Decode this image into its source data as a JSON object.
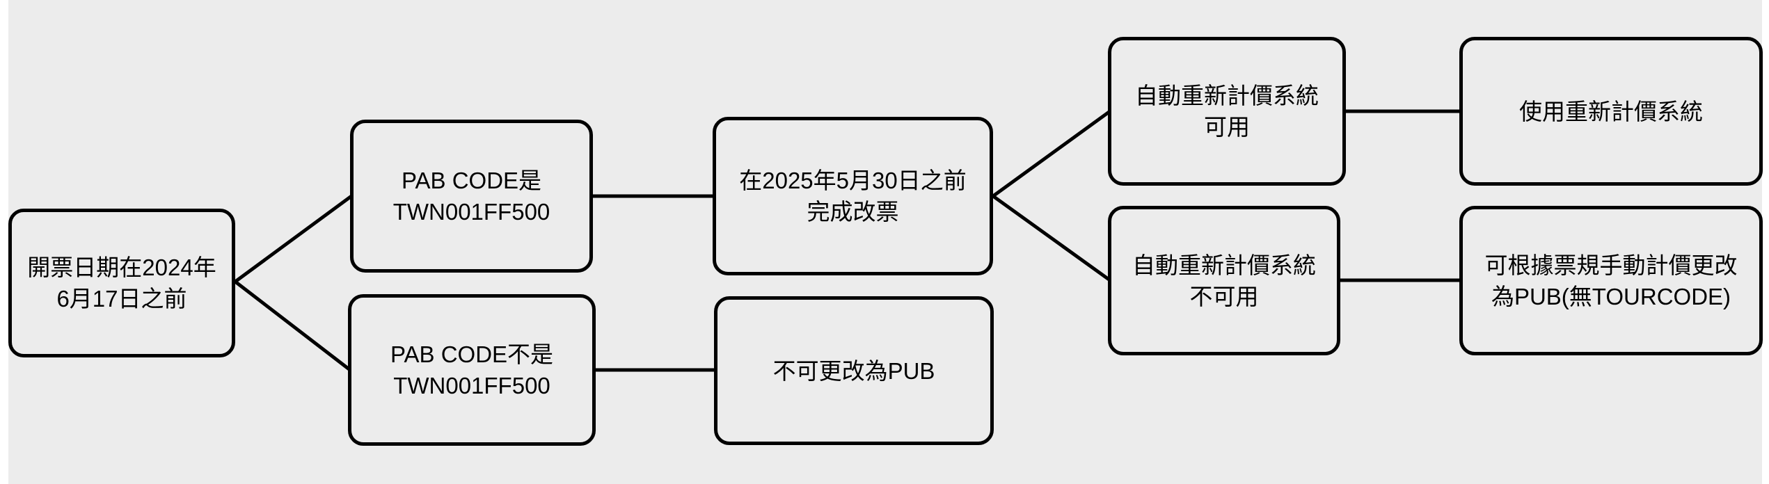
{
  "diagram": {
    "nodes": {
      "root": {
        "lines": [
          "開票日期在2024年",
          "6月17日之前"
        ]
      },
      "pab_yes": {
        "lines": [
          "PAB CODE是",
          "TWN001FF500"
        ]
      },
      "pab_no": {
        "lines": [
          "PAB CODE不是",
          "TWN001FF500"
        ]
      },
      "reissue": {
        "lines": [
          "在2025年5月30日之前",
          "完成改票"
        ]
      },
      "no_pub": {
        "lines": [
          "不可更改為PUB"
        ]
      },
      "auto_yes": {
        "lines": [
          "自動重新計價系統",
          "可用"
        ]
      },
      "auto_no": {
        "lines": [
          "自動重新計價系統",
          "不可用"
        ]
      },
      "use_auto": {
        "lines": [
          "使用重新計價系統"
        ]
      },
      "manual": {
        "lines": [
          "可根據票規手動計價更改",
          "為PUB(無TOURCODE)"
        ]
      }
    },
    "edges": [
      {
        "from": "root",
        "to": "pab_yes"
      },
      {
        "from": "root",
        "to": "pab_no"
      },
      {
        "from": "pab_yes",
        "to": "reissue"
      },
      {
        "from": "pab_no",
        "to": "no_pub"
      },
      {
        "from": "reissue",
        "to": "auto_yes"
      },
      {
        "from": "reissue",
        "to": "auto_no"
      },
      {
        "from": "auto_yes",
        "to": "use_auto"
      },
      {
        "from": "auto_no",
        "to": "manual"
      }
    ]
  }
}
